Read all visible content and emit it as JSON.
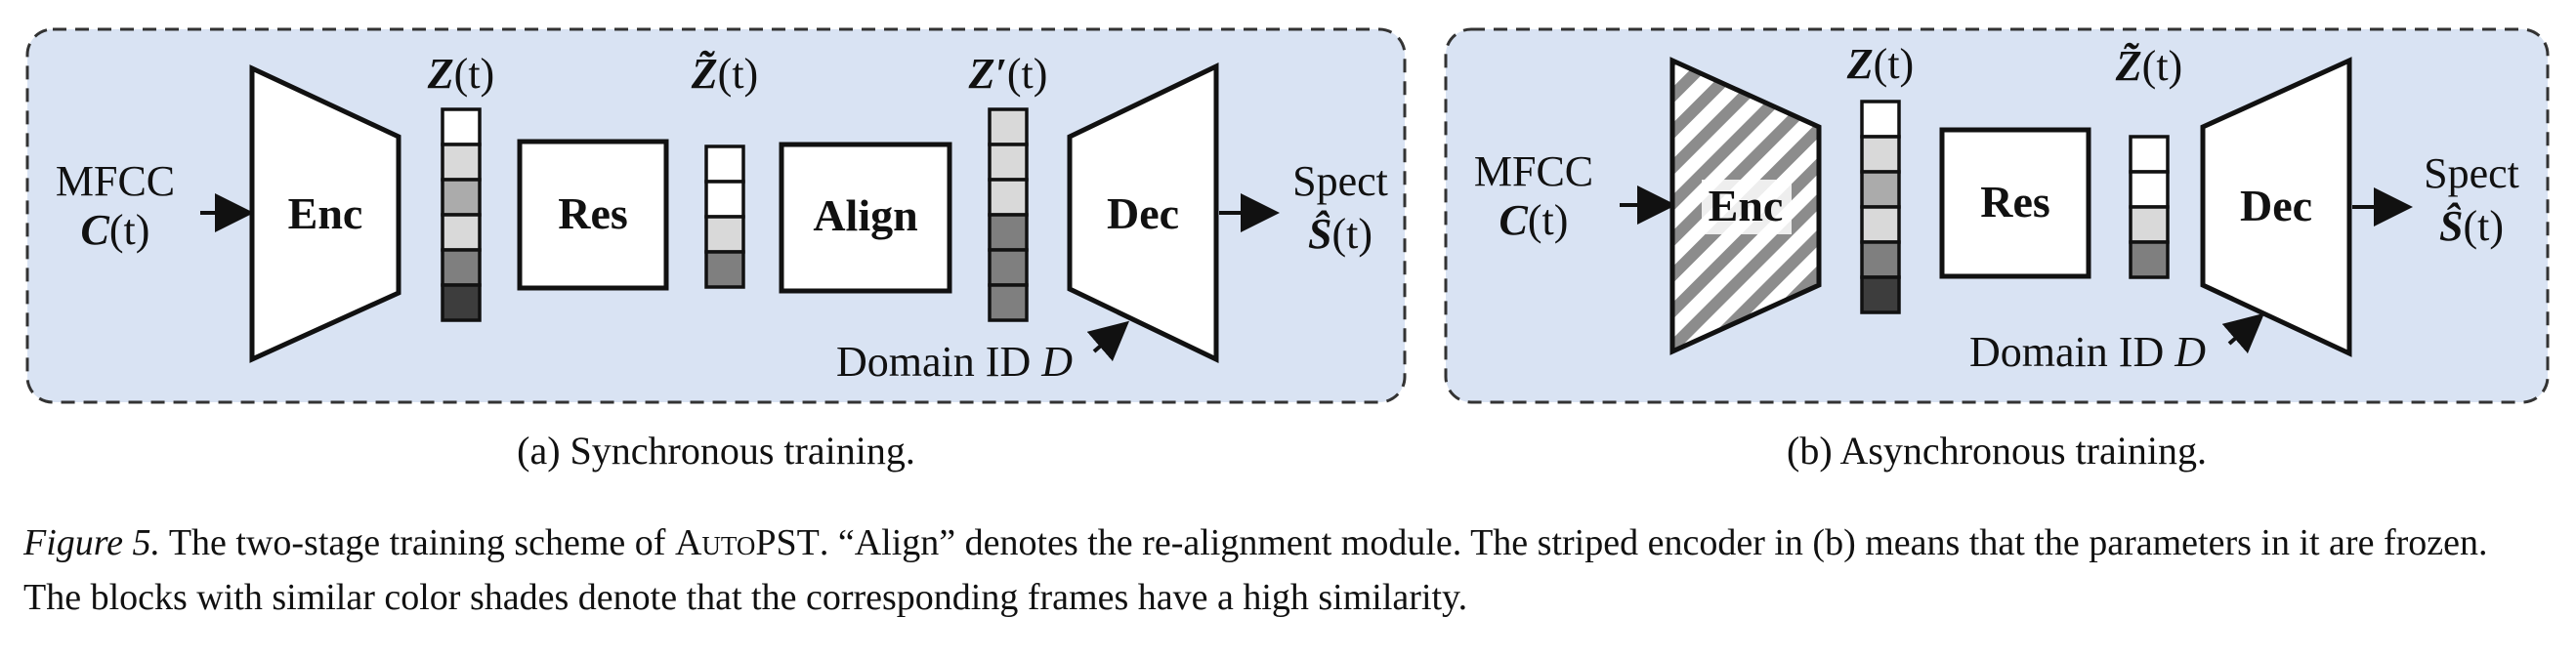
{
  "colors": {
    "panel_fill": "#d9e3f3",
    "panel_stroke": "#333333",
    "block_fill": "#ffffff",
    "stroke": "#111111",
    "shades": [
      "#ffffff",
      "#d9d9d9",
      "#ababab",
      "#7f7f7f",
      "#3d3d3d",
      "#1f1f1f"
    ]
  },
  "panel_a": {
    "input_label": "MFCC",
    "input_var": "C",
    "input_arg": "(t)",
    "encoder": "Enc",
    "z_var": "Z",
    "z_arg": "(t)",
    "res": "Res",
    "ztilde_var": "Z̃",
    "ztilde_arg": "(t)",
    "align": "Align",
    "zprime_var": "Z′",
    "zprime_arg": "(t)",
    "decoder": "Dec",
    "output_label": "Spect",
    "output_var": "Ŝ",
    "output_arg": "(t)",
    "domain_label": "Domain ID ",
    "domain_var": "D",
    "caption": "(a) Synchronous training.",
    "z_cells": [
      0,
      1,
      2,
      1,
      3,
      4
    ],
    "ztilde_cells": [
      0,
      0,
      1,
      3
    ],
    "zprime_cells": [
      1,
      1,
      1,
      3,
      3,
      3
    ]
  },
  "panel_b": {
    "input_label": "MFCC",
    "input_var": "C",
    "input_arg": "(t)",
    "encoder": "Enc",
    "z_var": "Z",
    "z_arg": "(t)",
    "res": "Res",
    "ztilde_var": "Z̃",
    "ztilde_arg": "(t)",
    "decoder": "Dec",
    "output_label": "Spect",
    "output_var": "Ŝ",
    "output_arg": "(t)",
    "domain_label": "Domain ID ",
    "domain_var": "D",
    "caption": "(b) Asynchronous training.",
    "z_cells": [
      0,
      1,
      2,
      1,
      3,
      4
    ],
    "ztilde_cells": [
      0,
      0,
      1,
      3
    ]
  },
  "figure_caption": {
    "fig_label": "Figure 5.",
    "text_1": " The two-stage training scheme of ",
    "model_name": "AutoPST",
    "text_2": ". “Align” denotes the re-alignment module. The striped encoder in (b) means that the parameters in it are frozen. The blocks with similar color shades denote that the corresponding frames have a high similarity."
  }
}
